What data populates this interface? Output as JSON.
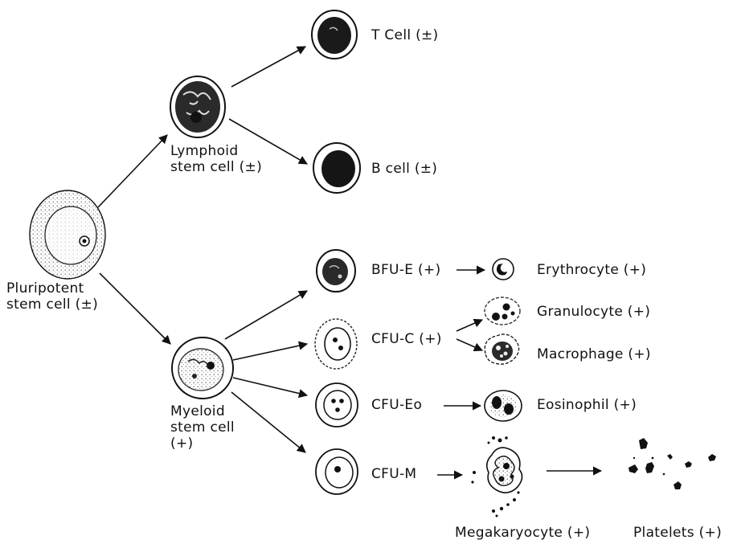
{
  "labels": {
    "pluripotent": "Pluripotent\nstem cell (±)",
    "lymphoid": "Lymphoid\nstem cell (±)",
    "myeloid": "Myeloid\nstem cell\n(+)",
    "t_cell": "T Cell (±)",
    "b_cell": "B cell (±)",
    "bfu_e": "BFU-E (+)",
    "cfu_c": "CFU-C (+)",
    "cfu_eo": "CFU-Eo",
    "cfu_m": "CFU-M",
    "erythrocyte": "Erythrocyte (+)",
    "granulocyte": "Granulocyte (+)",
    "macrophage": "Macrophage (+)",
    "eosinophil": "Eosinophil (+)",
    "megakaryocyte": "Megakaryocyte (+)",
    "platelets": "Platelets (+)"
  },
  "colors": {
    "ink": "#111111",
    "nucleus": "#1a1a1a",
    "stipple": "#444444"
  }
}
